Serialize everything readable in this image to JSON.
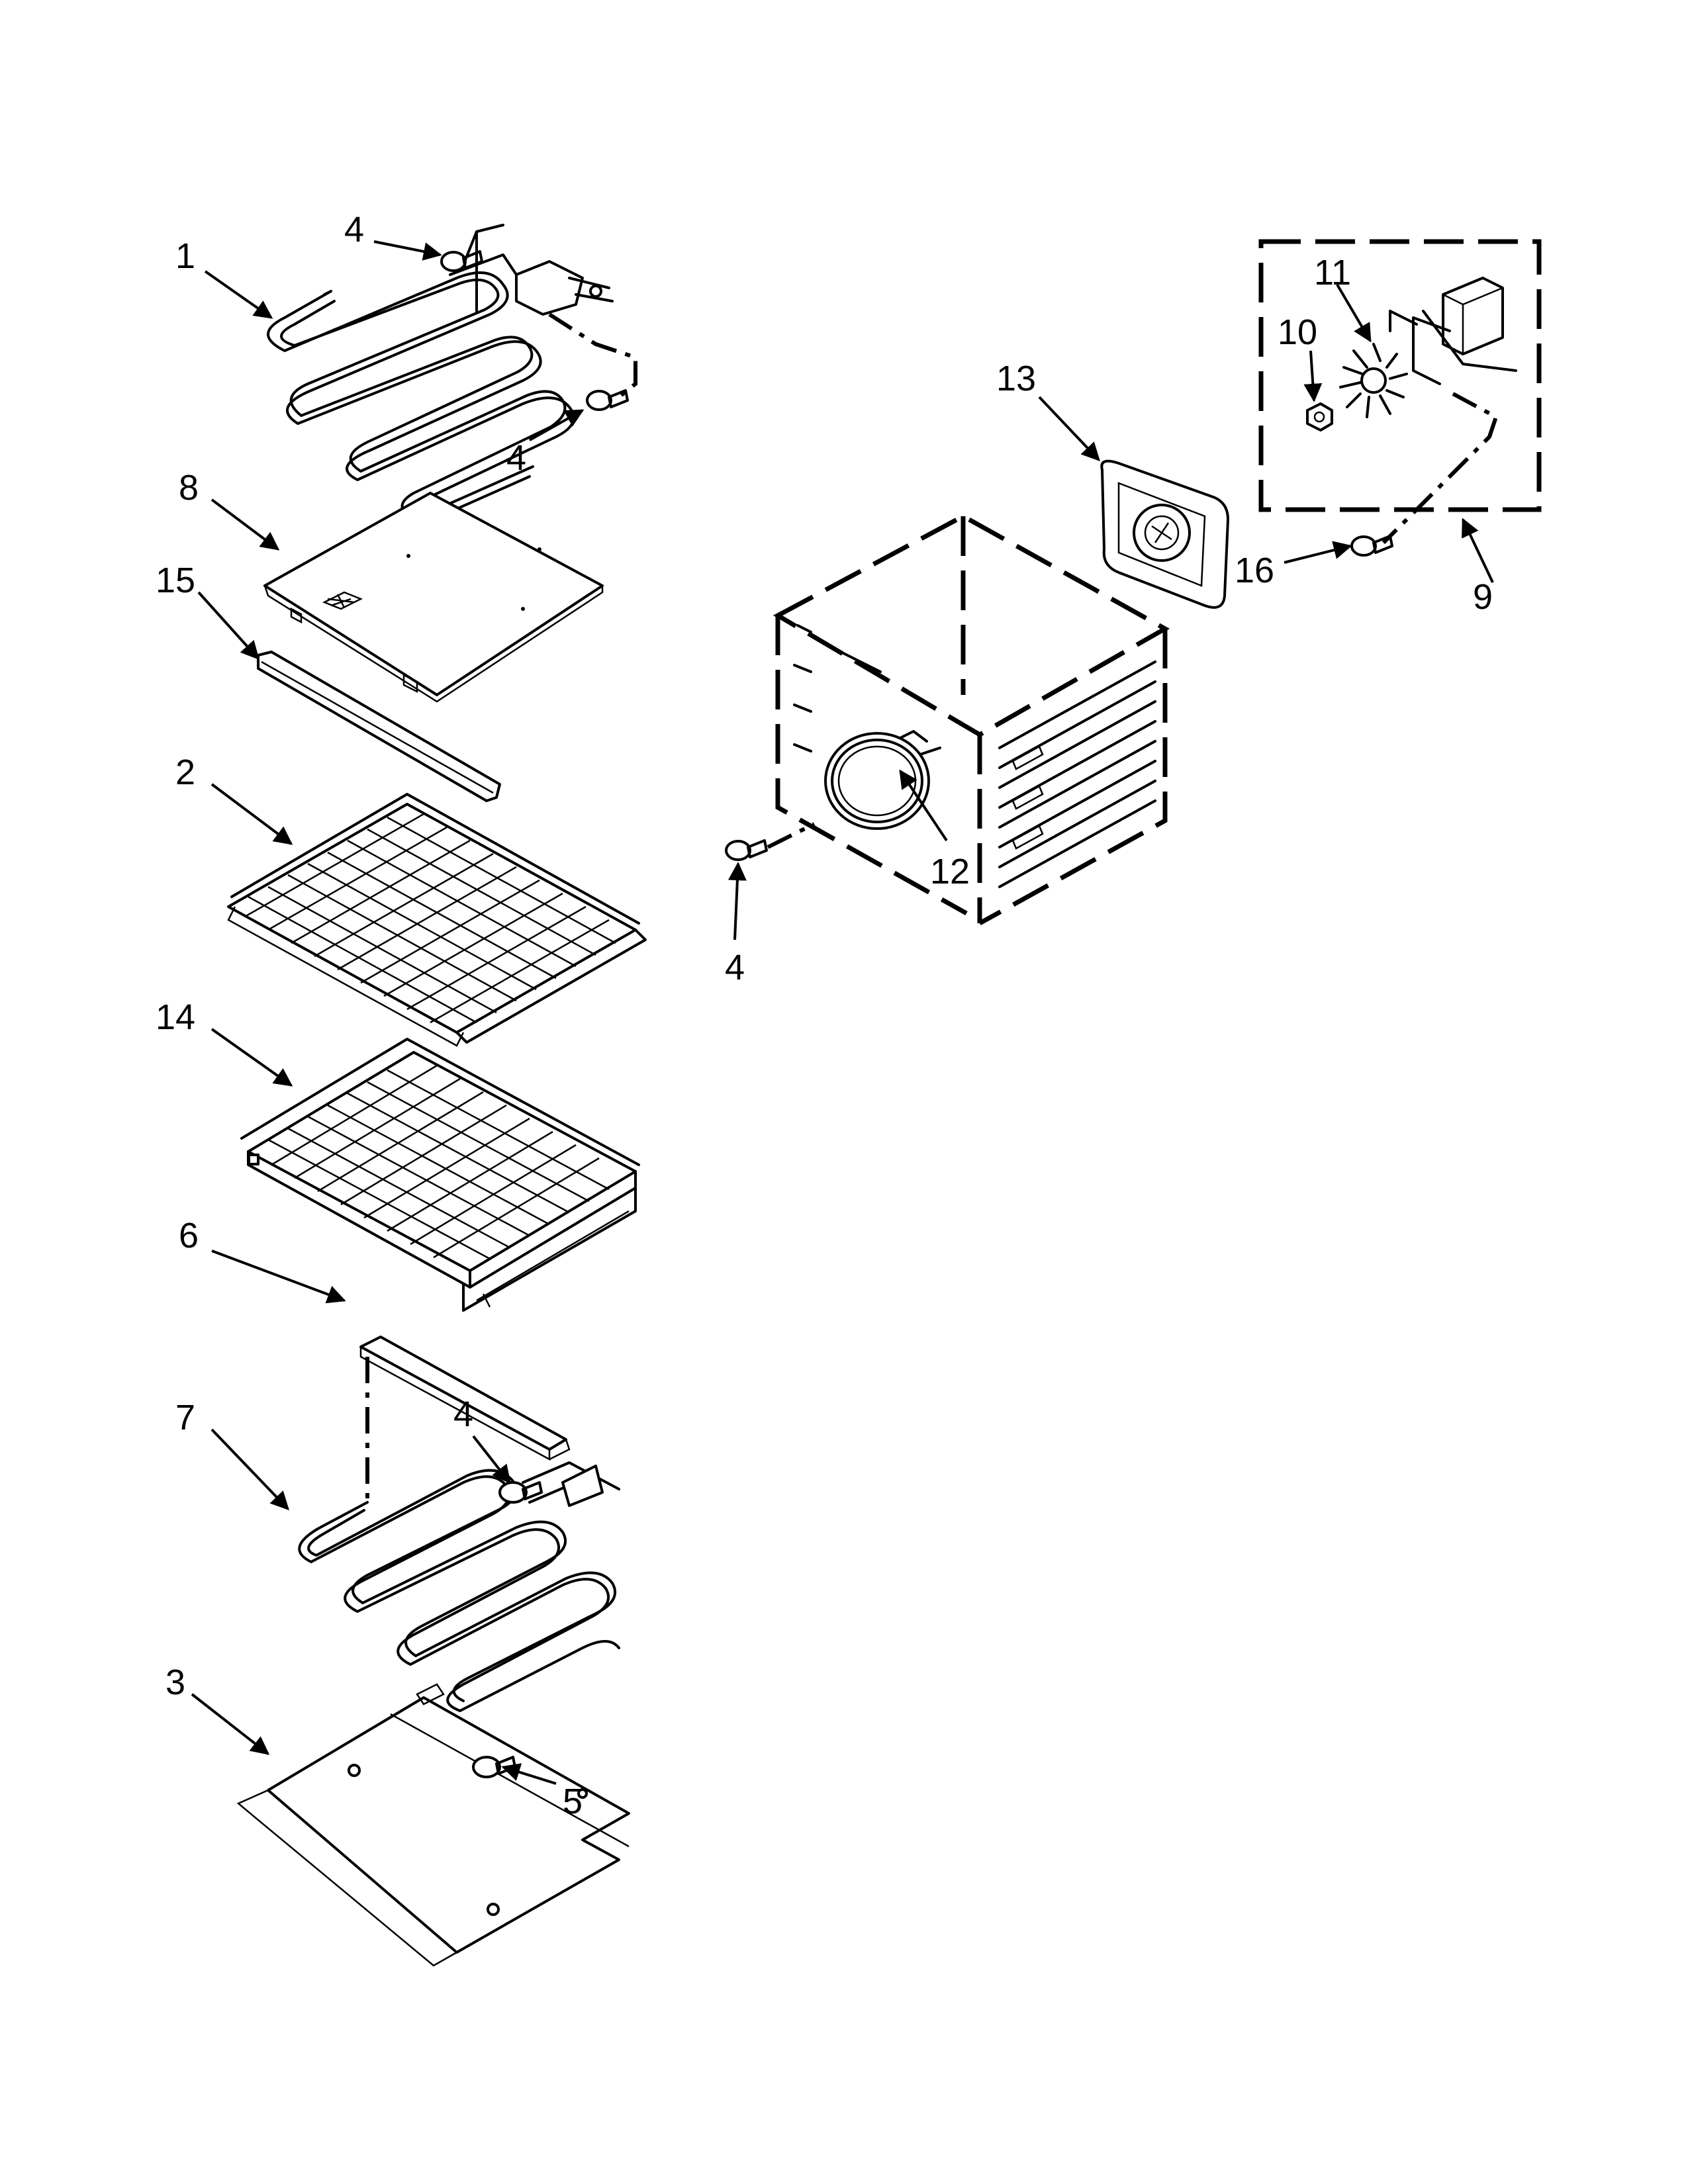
{
  "diagram": {
    "callouts": [
      {
        "id": "c1",
        "label": "1"
      },
      {
        "id": "c4a",
        "label": "4"
      },
      {
        "id": "c4b",
        "label": "4"
      },
      {
        "id": "c8",
        "label": "8"
      },
      {
        "id": "c15",
        "label": "15"
      },
      {
        "id": "c2",
        "label": "2"
      },
      {
        "id": "c14",
        "label": "14"
      },
      {
        "id": "c6",
        "label": "6"
      },
      {
        "id": "c7",
        "label": "7"
      },
      {
        "id": "c4c",
        "label": "4"
      },
      {
        "id": "c3",
        "label": "3"
      },
      {
        "id": "c5",
        "label": "5"
      },
      {
        "id": "c13",
        "label": "13"
      },
      {
        "id": "c11",
        "label": "11"
      },
      {
        "id": "c10",
        "label": "10"
      },
      {
        "id": "c16",
        "label": "16"
      },
      {
        "id": "c9",
        "label": "9"
      },
      {
        "id": "c12",
        "label": "12"
      },
      {
        "id": "c4d",
        "label": "4"
      }
    ]
  }
}
